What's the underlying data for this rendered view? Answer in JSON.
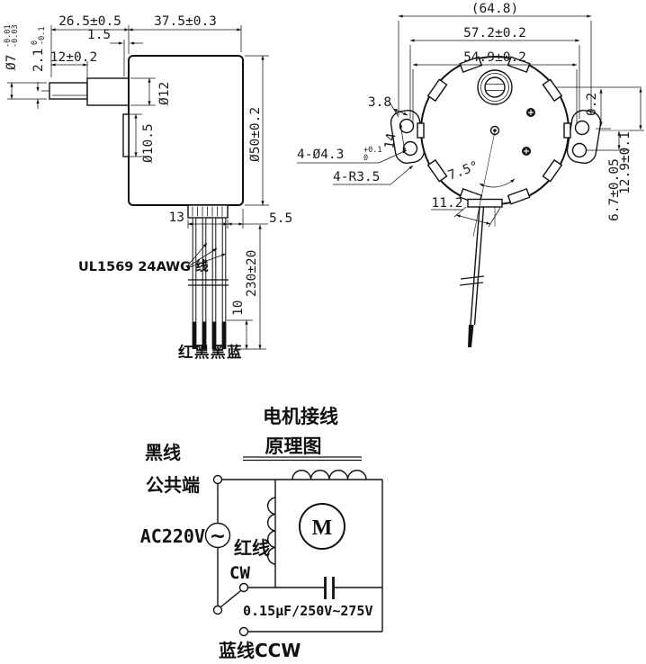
{
  "side_view": {
    "dim_overall_front": "26.5±0.5",
    "dim_body_length": "37.5±0.3",
    "dim_step": "1.5",
    "dim_flat_length": "12±0.2",
    "shaft_dia": "Ø7",
    "shaft_dia_tol_upper": "-0.01",
    "shaft_dia_tol_lower": "-0.03",
    "flat_depth": "2.1",
    "flat_depth_tol_upper": "0",
    "flat_depth_tol_lower": "-0.1",
    "boss_dia": "Ø12",
    "pilot_dia": "Ø10.5",
    "body_dia": "Ø50±0.2",
    "dim_wire_block": "13",
    "dim_wire_offset": "5.5",
    "wire_length": "230±20",
    "strip_length": "10",
    "wire_spec": "UL1569 24AWG 线",
    "wire_colors": "红黑黑蓝"
  },
  "front_view": {
    "dim_overall_width": "(64.8)",
    "dim_hole_span": "57.2±0.2",
    "dim_tab_span": "54.9±0.2",
    "dim_ear_edge": "3.8",
    "holes_label": "4-Ø4.3",
    "holes_tol_upper": "+0.1",
    "holes_tol_lower": "0",
    "radius_label": "4-R3.5",
    "dim_hole_pitch": "14",
    "dim_offset_small": "0.2",
    "dim_hole_below_center": "6.7±0.05",
    "dim_shaft_offset": "12.9±0.1",
    "dim_angle": "7.5°",
    "dim_exit_width": "11.2"
  },
  "circuit": {
    "title_line1": "电机接线",
    "title_line2": "原理图",
    "label_black": "黑线",
    "label_common": "公共端",
    "label_power": "AC220V",
    "ac_symbol": "~",
    "label_red": "红线",
    "label_cw": "CW",
    "motor_symbol": "M",
    "capacitor_label": "0.15μF/250V~275V",
    "label_blue": "蓝线CCW"
  }
}
